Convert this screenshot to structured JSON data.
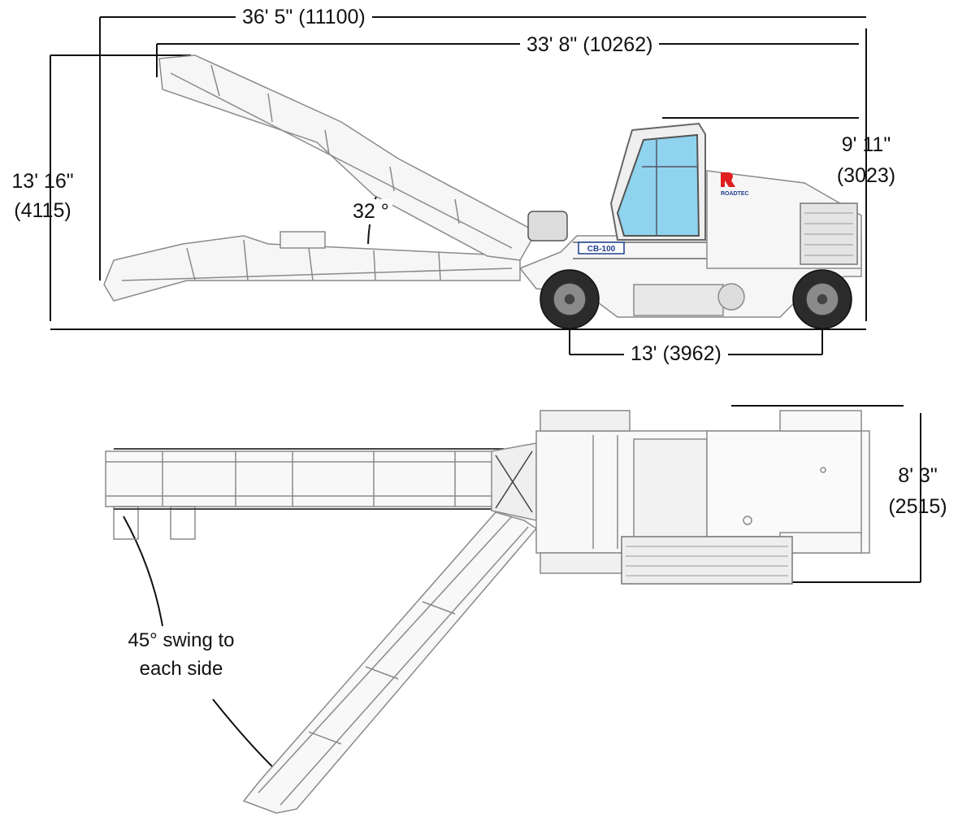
{
  "side_view": {
    "overall_length": "36' 5\" (11100)",
    "conveyor_length": "33' 8\" (10262)",
    "max_height_ft": "13' 16\"",
    "max_height_mm": "(4115)",
    "cab_height_ft": "9' 11\"",
    "cab_height_mm": "(3023)",
    "conveyor_angle": "32 °",
    "wheelbase": "13' (3962)",
    "model_badge": "CB-100",
    "brand_logo": "ROADTEC"
  },
  "top_view": {
    "width_ft": "8' 3\"",
    "width_mm": "(2515)",
    "swing_line1": "45° swing to",
    "swing_line2": "each side"
  },
  "colors": {
    "line": "#111111",
    "machine_stroke": "#8a8a8a",
    "cab_glass": "#8fd3ee",
    "logo_red": "#e02020",
    "badge_blue": "#1f3f8f"
  }
}
